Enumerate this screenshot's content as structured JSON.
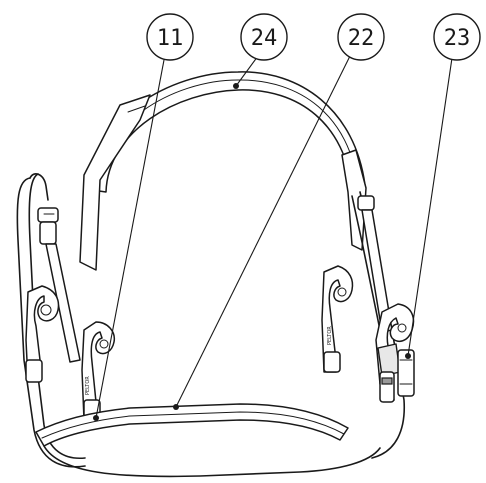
{
  "callouts": [
    {
      "id": "callout-11",
      "label": "11"
    },
    {
      "id": "callout-24",
      "label": "24"
    },
    {
      "id": "callout-22",
      "label": "22"
    },
    {
      "id": "callout-23",
      "label": "23"
    }
  ],
  "colors": {
    "ink": "#1a1a1a",
    "paper": "#ffffff",
    "pad_fill": "#e8e8e8"
  }
}
